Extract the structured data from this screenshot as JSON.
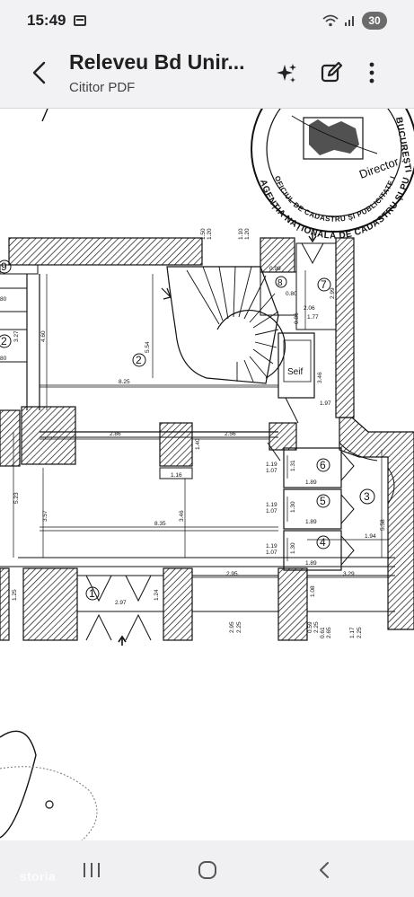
{
  "status_bar": {
    "time": "15:49",
    "battery_level": "30",
    "icons": [
      "note-icon",
      "wifi-icon",
      "signal-icon",
      "battery-icon"
    ]
  },
  "app_bar": {
    "title": "Releveu Bd Unir...",
    "subtitle": "Cititor PDF",
    "actions": [
      "back-icon",
      "sparkle-ai-icon",
      "edit-icon",
      "more-vert-icon"
    ]
  },
  "document": {
    "stamp": {
      "top_arc_text": "BUCUREȘTI",
      "inner_text_1": "OFICIUL DE CADASTRU ȘI PUBLICITATE IMOBILIARĂ",
      "inner_text_2": "AGENȚIA NAȚIONALĂ DE CADASTRU ȘI PUBLICITATE IMOBILIARĂ",
      "signature_label": "Director"
    },
    "room_labels": {
      "r1": "1",
      "r2": "2",
      "r2_left": "2",
      "r3": "3",
      "r4": "4",
      "r5": "5",
      "r6": "6",
      "r7": "7",
      "r8": "8",
      "r9": "9",
      "seif": "Seif"
    },
    "dimensions": {
      "d_825": "8.25",
      "d_554": "5.54",
      "d_460": "4.60",
      "d_286": "2.86",
      "d_256": "2.56",
      "d_116": "1.16",
      "d_140": "1.40",
      "d_523": "5.23",
      "d_357": "3.57",
      "d_835": "8.35",
      "d_346": "3.46",
      "d_295": "2.95",
      "d_297": "2.97",
      "d_124": "1.24",
      "d_125": "1.25",
      "d_295b": "2.95",
      "d_225": "2.25",
      "d_099": "0.99",
      "d_080": "0.80",
      "d_086": "0.86",
      "d_206": "2.06",
      "d_177": "1.77",
      "d_299": "2.99",
      "d_346b": "3.46",
      "d_197": "1.97",
      "d_119a": "1.19",
      "d_107a": "1.07",
      "d_131": "1.31",
      "d_189a": "1.89",
      "d_119b": "1.19",
      "d_107b": "1.07",
      "d_130a": "1.30",
      "d_189b": "1.89",
      "d_119c": "1.19",
      "d_107c": "1.07",
      "d_130b": "1.30",
      "d_189c": "1.89",
      "d_194": "1.94",
      "d_558": "5.58",
      "d_329": "3.29",
      "d_108": "1.08",
      "d_059": "0.59",
      "d_225b": "2.25",
      "d_061": "0.61",
      "d_265": "2.65",
      "d_117": "1.17",
      "d_225c": "2.25",
      "d_150": "1.50",
      "d_120": "1.20",
      "d_110": "1.10",
      "d_120b": "1.20",
      "d_327": "3.27",
      "d_080b": "80",
      "d_080c": "80"
    }
  },
  "nav_bar": {
    "watermark": "storia",
    "buttons": [
      "recent-apps-icon",
      "home-icon",
      "back-icon"
    ]
  }
}
